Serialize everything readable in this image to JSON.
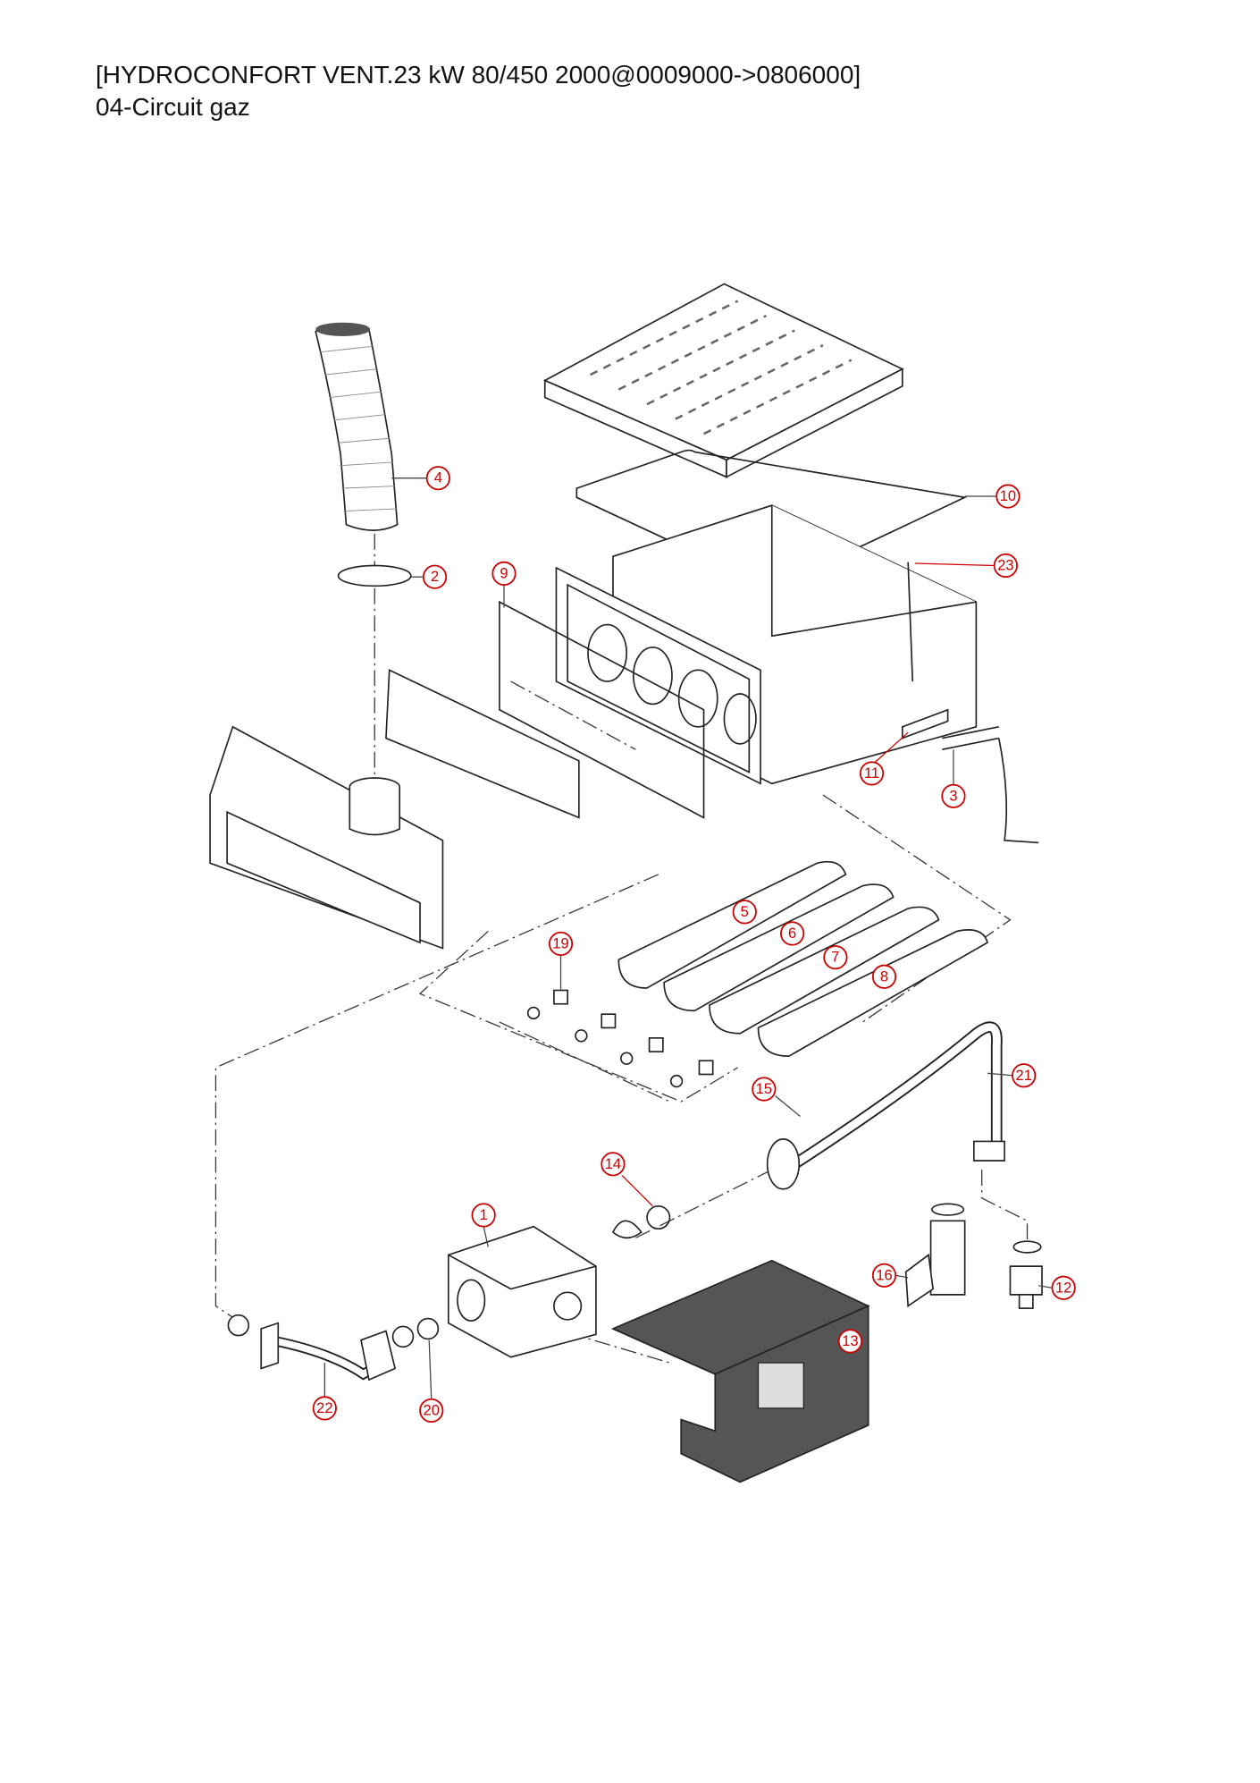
{
  "header": {
    "title": "[HYDROCONFORT VENT.23 kW  80/450 2000@0009000->0806000]",
    "subtitle": "04-Circuit gaz"
  },
  "callouts": [
    "1",
    "2",
    "3",
    "4",
    "5",
    "6",
    "7",
    "8",
    "9",
    "10",
    "11",
    "12",
    "13",
    "14",
    "15",
    "16",
    "19",
    "20",
    "21",
    "22",
    "23"
  ],
  "colors": {
    "callout": "#cc0000",
    "line": "#222222",
    "valve_box": "#555555"
  }
}
